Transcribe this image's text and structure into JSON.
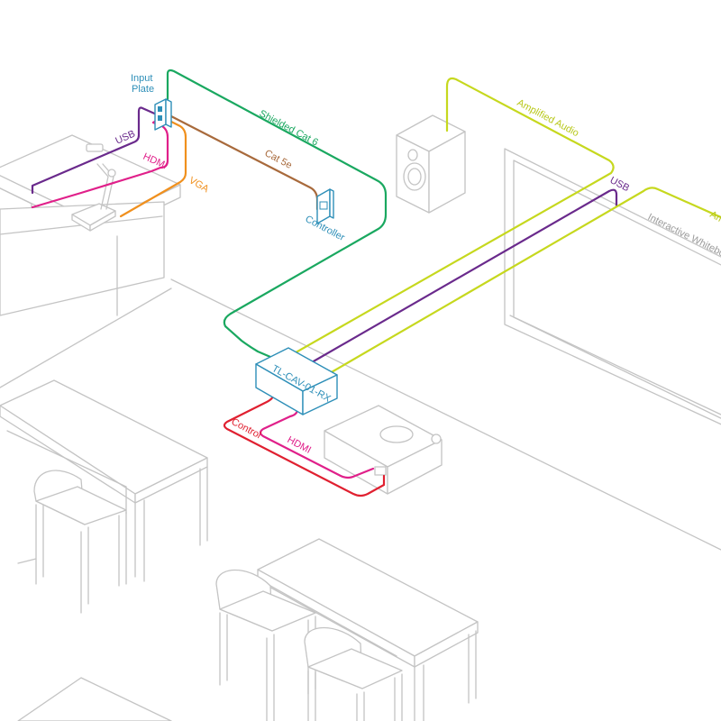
{
  "colors": {
    "background": "#ffffff",
    "furniture": "#c4c4c4",
    "device": "#2e8fb8",
    "shielded_cat6": "#1aa860",
    "cat5e": "#a86a3c",
    "usb": "#6a2a8c",
    "hdmi": "#e0208a",
    "vga": "#f0901e",
    "amplified_audio": "#c6d81e",
    "control": "#e02030"
  },
  "devices": {
    "input_plate": {
      "label_line1": "Input",
      "label_line2": "Plate"
    },
    "controller": {
      "label": "Controller"
    },
    "receiver": {
      "label": "TL-CAV-01-RX"
    },
    "whiteboard": {
      "label": "Interactive Whiteboard"
    }
  },
  "cables": {
    "shielded_cat6": "Shielded Cat 6",
    "cat5e": "Cat 5e",
    "usb_podium": "USB",
    "hdmi_podium": "HDMI",
    "vga": "VGA",
    "amplified_audio_1": "Amplified Audio",
    "usb_board": "USB",
    "amplified_audio_2": "Amplified Audio",
    "control": "Control",
    "hdmi_projector": "HDMI"
  },
  "icons": {
    "document_camera": "document-camera-icon",
    "speaker": "speaker-icon",
    "projector": "projector-icon",
    "controller": "controller-panel-icon",
    "input_plate": "wall-plate-icon"
  }
}
